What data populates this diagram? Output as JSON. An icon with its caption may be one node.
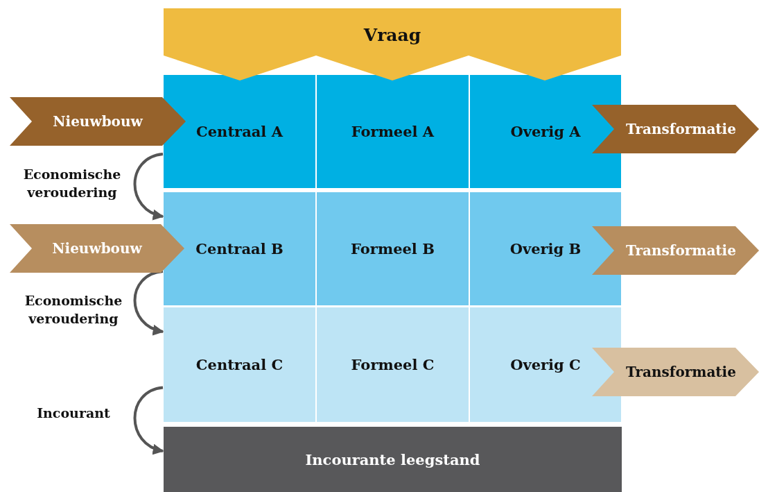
{
  "diagram": {
    "nodes": [
      {
        "text": [
          "Vraag"
        ]
      },
      {
        "text": [
          "Nieuwbouw"
        ]
      },
      {
        "text": [
          "Centraal A"
        ]
      },
      {
        "text": [
          "Formeel A"
        ]
      },
      {
        "text": [
          "Overig A"
        ]
      },
      {
        "text": [
          "Transformatie"
        ]
      },
      {
        "text": [
          "Nieuwbouw"
        ]
      },
      {
        "text": [
          "Centraal B"
        ]
      },
      {
        "text": [
          "Formeel B"
        ]
      },
      {
        "text": [
          "Overig B"
        ]
      },
      {
        "text": [
          "Transformatie"
        ]
      },
      {
        "text": [
          "Centraal C"
        ]
      },
      {
        "text": [
          "Formeel C"
        ]
      },
      {
        "text": [
          "Overig C"
        ]
      },
      {
        "text": [
          "Transformatie"
        ]
      },
      {
        "text": [
          "Incourante leegstand"
        ]
      }
    ],
    "edges": [
      {
        "from": 2,
        "to": 7,
        "arrow": "to",
        "label": "Economische veroudering"
      },
      {
        "from": 7,
        "to": 11,
        "arrow": "to",
        "label": "Economische veroudering"
      },
      {
        "from": 11,
        "to": 15,
        "arrow": "to",
        "label": "Incourant"
      }
    ]
  }
}
